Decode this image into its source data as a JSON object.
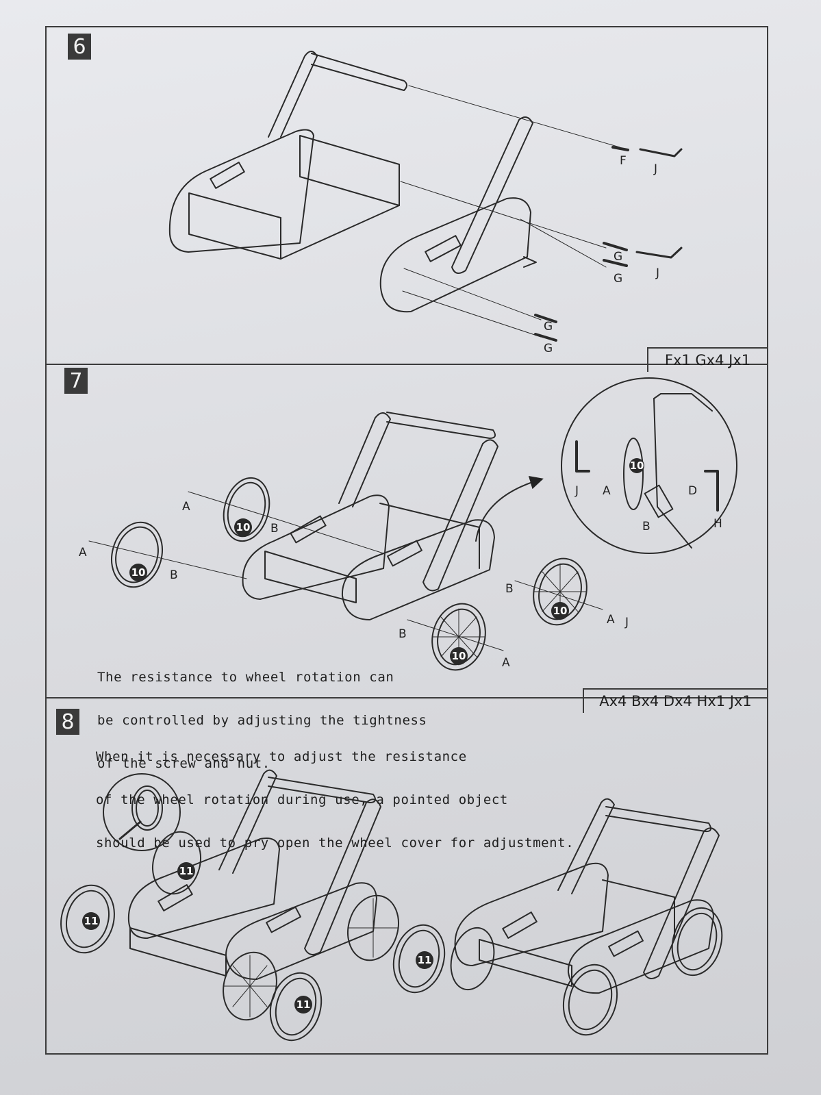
{
  "steps": [
    {
      "number": "6",
      "parts": "Fx1 Gx4 Jx1"
    },
    {
      "number": "7",
      "parts": "Ax4 Bx4 Dx4 Hx1 Jx1",
      "note": [
        "The resistance to wheel rotation can",
        "be controlled by adjusting the tightness",
        "of the screw and nut."
      ]
    },
    {
      "number": "8",
      "note": [
        "When it is necessary to adjust the resistance",
        "of the wheel rotation during use, a pointed object",
        "should be used to pry open the wheel cover for adjustment."
      ]
    }
  ],
  "labels": {
    "F": "F",
    "G": "G",
    "J": "J",
    "A": "A",
    "B": "B",
    "D": "D",
    "H": "H",
    "part10": "10",
    "part11": "11"
  }
}
